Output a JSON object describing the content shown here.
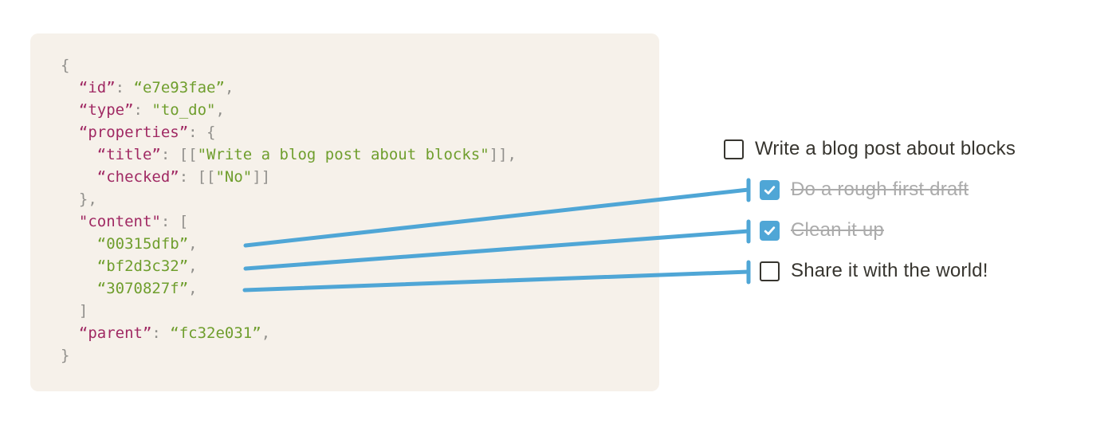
{
  "colors": {
    "accent_blue": "#4fa6d6",
    "code_background": "#f6f1ea",
    "code_key": "#a02963",
    "code_string": "#6f9e2d",
    "code_punctuation": "#91908c",
    "todo_text": "#37352f",
    "todo_done_text": "#ababab"
  },
  "code_block": {
    "language": "json",
    "lines": [
      [
        {
          "c": "punc",
          "v": "{"
        }
      ],
      [
        {
          "c": "punc",
          "v": "  "
        },
        {
          "c": "key",
          "v": "“id”"
        },
        {
          "c": "punc",
          "v": ": "
        },
        {
          "c": "str",
          "v": "“e7e93fae”"
        },
        {
          "c": "punc",
          "v": ","
        }
      ],
      [
        {
          "c": "punc",
          "v": "  "
        },
        {
          "c": "key",
          "v": "“type”"
        },
        {
          "c": "punc",
          "v": ": "
        },
        {
          "c": "str",
          "v": "\"to_do\""
        },
        {
          "c": "punc",
          "v": ","
        }
      ],
      [
        {
          "c": "punc",
          "v": "  "
        },
        {
          "c": "key",
          "v": "“properties”"
        },
        {
          "c": "punc",
          "v": ": {"
        }
      ],
      [
        {
          "c": "punc",
          "v": "    "
        },
        {
          "c": "key",
          "v": "“title”"
        },
        {
          "c": "punc",
          "v": ": [["
        },
        {
          "c": "str",
          "v": "\"Write a blog post about blocks\""
        },
        {
          "c": "punc",
          "v": "]],"
        }
      ],
      [
        {
          "c": "punc",
          "v": "    "
        },
        {
          "c": "key",
          "v": "“checked”"
        },
        {
          "c": "punc",
          "v": ": [["
        },
        {
          "c": "str",
          "v": "\"No\""
        },
        {
          "c": "punc",
          "v": "]]"
        }
      ],
      [
        {
          "c": "punc",
          "v": "  },"
        }
      ],
      [
        {
          "c": "punc",
          "v": "  "
        },
        {
          "c": "key",
          "v": "\"content\""
        },
        {
          "c": "punc",
          "v": ": ["
        }
      ],
      [
        {
          "c": "punc",
          "v": "    "
        },
        {
          "c": "str",
          "v": "“00315dfb”"
        },
        {
          "c": "punc",
          "v": ","
        }
      ],
      [
        {
          "c": "punc",
          "v": "    "
        },
        {
          "c": "str",
          "v": "“bf2d3c32”"
        },
        {
          "c": "punc",
          "v": ","
        }
      ],
      [
        {
          "c": "punc",
          "v": "    "
        },
        {
          "c": "str",
          "v": "“3070827f”"
        },
        {
          "c": "punc",
          "v": ","
        }
      ],
      [
        {
          "c": "punc",
          "v": "  ]"
        }
      ],
      [
        {
          "c": "punc",
          "v": "  "
        },
        {
          "c": "key",
          "v": "“parent”"
        },
        {
          "c": "punc",
          "v": ": "
        },
        {
          "c": "str",
          "v": "“fc32e031”"
        },
        {
          "c": "punc",
          "v": ","
        }
      ],
      [
        {
          "c": "punc",
          "v": "}"
        }
      ]
    ]
  },
  "todo": {
    "items": [
      {
        "label": "Write a blog post about blocks",
        "checked": false,
        "done": false,
        "indent": false
      },
      {
        "label": "Do a rough first draft",
        "checked": true,
        "done": true,
        "indent": true
      },
      {
        "label": "Clean it up",
        "checked": true,
        "done": true,
        "indent": true
      },
      {
        "label": "Share it with the world!",
        "checked": false,
        "done": false,
        "indent": true
      }
    ]
  },
  "connections": [
    {
      "from_block": "00315dfb",
      "to_item": "Do a rough first draft"
    },
    {
      "from_block": "bf2d3c32",
      "to_item": "Clean it up"
    },
    {
      "from_block": "3070827f",
      "to_item": "Share it with the world!"
    }
  ]
}
